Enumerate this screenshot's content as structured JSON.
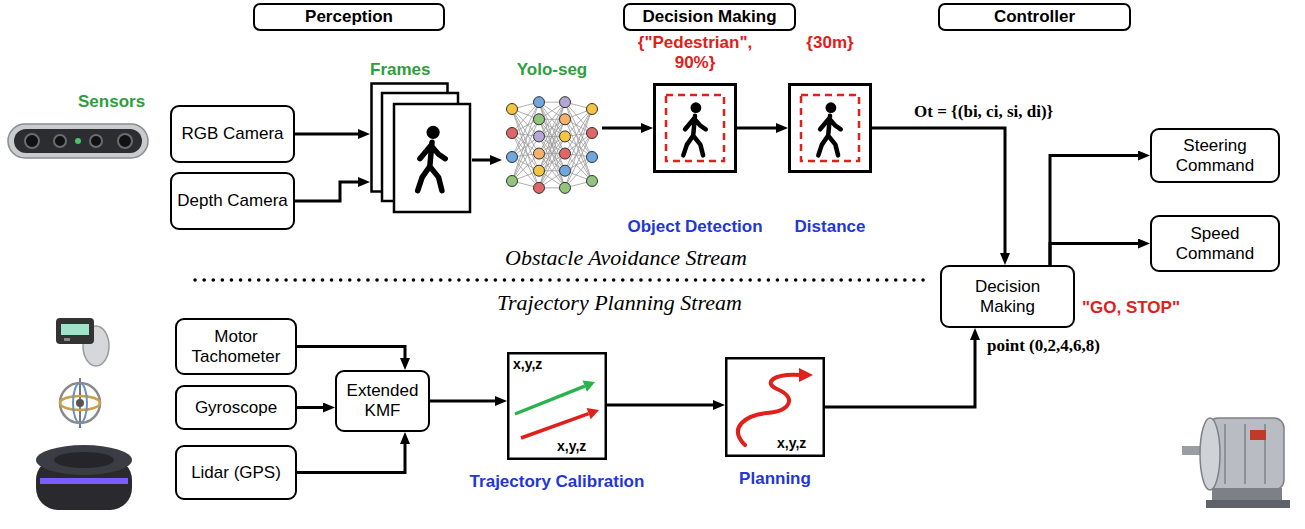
{
  "diagram": {
    "nodes": [
      {
        "text": [
          "Perception"
        ]
      },
      {
        "text": [
          "Decision Making"
        ]
      },
      {
        "text": [
          "Controller"
        ]
      },
      {
        "text": [
          "RGB Camera"
        ]
      },
      {
        "text": [
          "Depth Camera"
        ]
      },
      {
        "text": [
          "Frames"
        ]
      },
      {
        "text": [
          "Yolo-seg"
        ]
      },
      {
        "text": [
          "{\"Pedestrian\", 90%}",
          "Object Detection"
        ]
      },
      {
        "text": [
          "{30m}",
          "Distance"
        ]
      },
      {
        "text": [
          "Motor Tachometer"
        ]
      },
      {
        "text": [
          "Gyroscope"
        ]
      },
      {
        "text": [
          "Lidar (GPS)"
        ]
      },
      {
        "text": [
          "Extended KMF"
        ]
      },
      {
        "text": [
          "x,y,z",
          "x,y,z",
          "Trajectory Calibration"
        ]
      },
      {
        "text": [
          "x,y,z",
          "Planning"
        ]
      },
      {
        "text": [
          "Decision Making"
        ]
      },
      {
        "text": [
          "Steering Command"
        ]
      },
      {
        "text": [
          "Speed Command"
        ]
      }
    ],
    "edges": [
      {
        "from": 3,
        "to": 5,
        "arrow": "to"
      },
      {
        "from": 4,
        "to": 5,
        "arrow": "to"
      },
      {
        "from": 5,
        "to": 6,
        "arrow": "to"
      },
      {
        "from": 6,
        "to": 7,
        "arrow": "to"
      },
      {
        "from": 7,
        "to": 8,
        "arrow": "to"
      },
      {
        "from": 8,
        "to": 15,
        "label": "Ot = {(bi, ci, si, di)}",
        "arrow": "to"
      },
      {
        "from": 15,
        "to": 16,
        "arrow": "to"
      },
      {
        "from": 15,
        "to": 17,
        "arrow": "to"
      },
      {
        "from": 9,
        "to": 12,
        "arrow": "to"
      },
      {
        "from": 10,
        "to": 12,
        "arrow": "to"
      },
      {
        "from": 11,
        "to": 12,
        "arrow": "to"
      },
      {
        "from": 12,
        "to": 13,
        "arrow": "to"
      },
      {
        "from": 13,
        "to": 14,
        "arrow": "to"
      },
      {
        "from": 14,
        "to": 15,
        "label": "point (0,2,4,6,8)",
        "arrow": "to"
      }
    ],
    "labels": [
      "Sensors",
      "Obstacle Avoidance Stream",
      "Trajectory Planning Stream",
      "\"GO, STOP\""
    ]
  }
}
